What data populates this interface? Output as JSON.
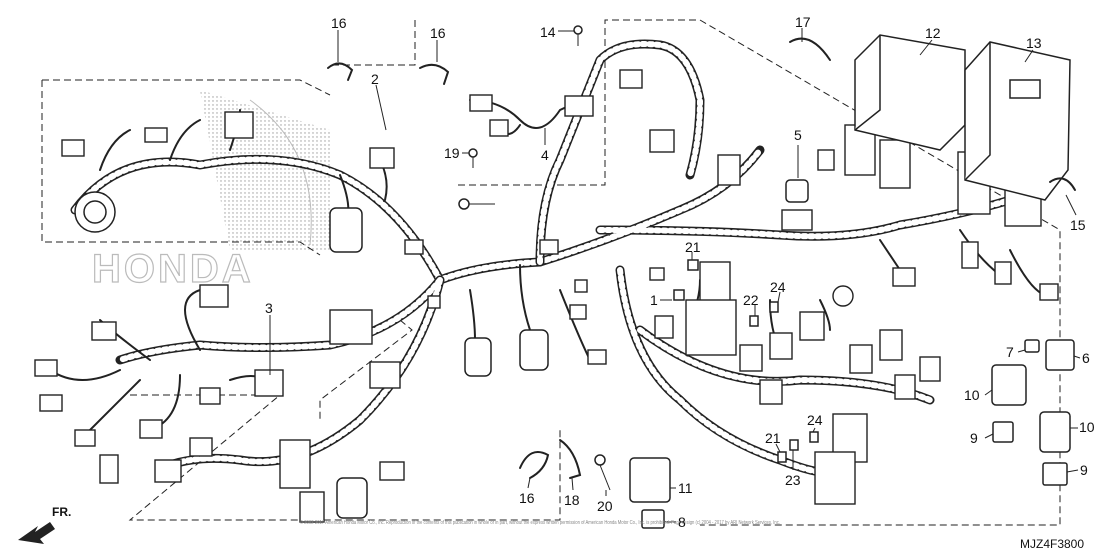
{
  "diagram": {
    "part_code": "MJZ4F3800",
    "watermark": "HONDA",
    "front_label": "FR.",
    "copyright": "© 2002-2017 American Honda Motor Co., Inc. Reproduction of the contents of this publication in whole or in part, without the express written permission of American Honda Motor Co., Inc. is prohibited. Page design (c) 2004 - 2017 by ARI Network Services, Inc.",
    "callouts": [
      {
        "id": "c16a",
        "label": "16"
      },
      {
        "id": "c2",
        "label": "2"
      },
      {
        "id": "c16b",
        "label": "16"
      },
      {
        "id": "c14",
        "label": "14"
      },
      {
        "id": "c17",
        "label": "17"
      },
      {
        "id": "c12",
        "label": "12"
      },
      {
        "id": "c13",
        "label": "13"
      },
      {
        "id": "c19",
        "label": "19"
      },
      {
        "id": "c4",
        "label": "4"
      },
      {
        "id": "c5",
        "label": "5"
      },
      {
        "id": "c15",
        "label": "15"
      },
      {
        "id": "c3",
        "label": "3"
      },
      {
        "id": "c21a",
        "label": "21"
      },
      {
        "id": "c1",
        "label": "1"
      },
      {
        "id": "c22",
        "label": "22"
      },
      {
        "id": "c24a",
        "label": "24"
      },
      {
        "id": "c7",
        "label": "7"
      },
      {
        "id": "c6",
        "label": "6"
      },
      {
        "id": "c10a",
        "label": "10"
      },
      {
        "id": "c9a",
        "label": "9"
      },
      {
        "id": "c10b",
        "label": "10"
      },
      {
        "id": "c9b",
        "label": "9"
      },
      {
        "id": "c24b",
        "label": "24"
      },
      {
        "id": "c21b",
        "label": "21"
      },
      {
        "id": "c23",
        "label": "23"
      },
      {
        "id": "c16c",
        "label": "16"
      },
      {
        "id": "c18",
        "label": "18"
      },
      {
        "id": "c20",
        "label": "20"
      },
      {
        "id": "c11",
        "label": "11"
      },
      {
        "id": "c8",
        "label": "8"
      }
    ]
  }
}
